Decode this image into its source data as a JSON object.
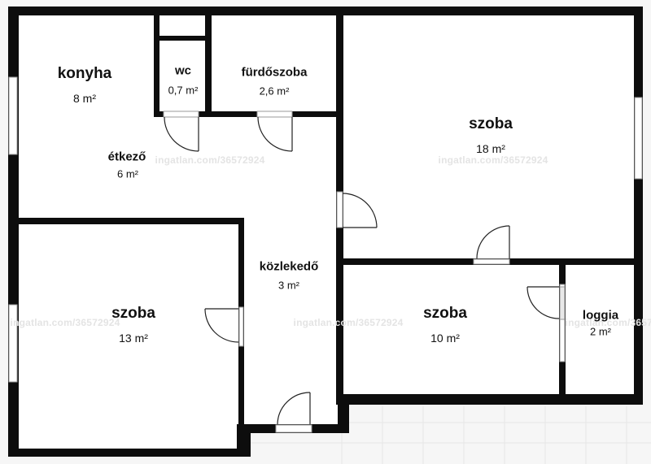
{
  "rooms": {
    "konyha": {
      "name": "konyha",
      "area": "8 m²"
    },
    "wc": {
      "name": "wc",
      "area": "0,7 m²"
    },
    "furdoszoba": {
      "name": "fürdőszoba",
      "area": "2,6 m²"
    },
    "szoba_large": {
      "name": "szoba",
      "area": "18 m²"
    },
    "etkezo": {
      "name": "étkező",
      "area": "6 m²"
    },
    "kozlekedo": {
      "name": "közlekedő",
      "area": "3 m²"
    },
    "szoba_left": {
      "name": "szoba",
      "area": "13 m²"
    },
    "szoba_mid": {
      "name": "szoba",
      "area": "10 m²"
    },
    "loggia": {
      "name": "loggia",
      "area": "2 m²"
    }
  },
  "watermark": "ingatlan.com/36572924",
  "colors": {
    "wall": "#0d0d0d",
    "floor": "#ffffff",
    "outside": "#f6f6f6",
    "window": "#bdbdbd"
  }
}
